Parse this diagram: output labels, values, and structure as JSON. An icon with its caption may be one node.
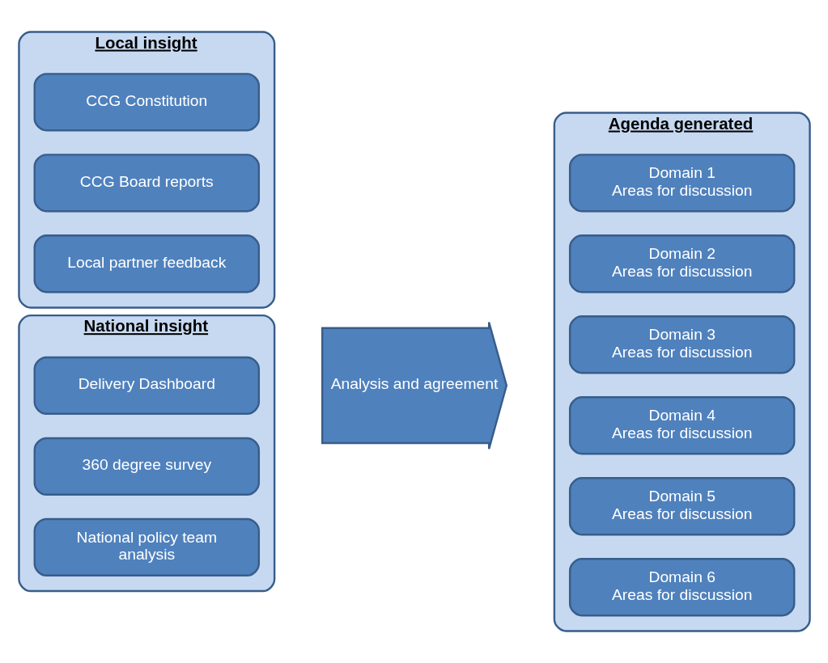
{
  "diagram": {
    "nodes": [
      {
        "text": [
          "Local insight"
        ]
      },
      {
        "text": [
          "CCG Constitution"
        ],
        "in": 0
      },
      {
        "text": [
          "CCG Board reports"
        ],
        "in": 0
      },
      {
        "text": [
          "Local partner feedback"
        ],
        "in": 0
      },
      {
        "text": [
          "National insight"
        ]
      },
      {
        "text": [
          "Delivery Dashboard"
        ],
        "in": 4
      },
      {
        "text": [
          "360 degree survey"
        ],
        "in": 4
      },
      {
        "text": [
          "National policy team analysis"
        ],
        "in": 4
      },
      {
        "text": [
          "Analysis and agreement"
        ]
      },
      {
        "text": [
          "Agenda generated"
        ]
      },
      {
        "text": [
          "Domain 1",
          "Areas for discussion"
        ],
        "in": 9
      },
      {
        "text": [
          "Domain 2",
          "Areas for discussion"
        ],
        "in": 9
      },
      {
        "text": [
          "Domain 3",
          "Areas for discussion"
        ],
        "in": 9
      },
      {
        "text": [
          "Domain 4",
          "Areas for discussion"
        ],
        "in": 9
      },
      {
        "text": [
          "Domain 5",
          "Areas for discussion"
        ],
        "in": 9
      },
      {
        "text": [
          "Domain 6",
          "Areas for discussion"
        ],
        "in": 9
      }
    ],
    "edges": []
  }
}
